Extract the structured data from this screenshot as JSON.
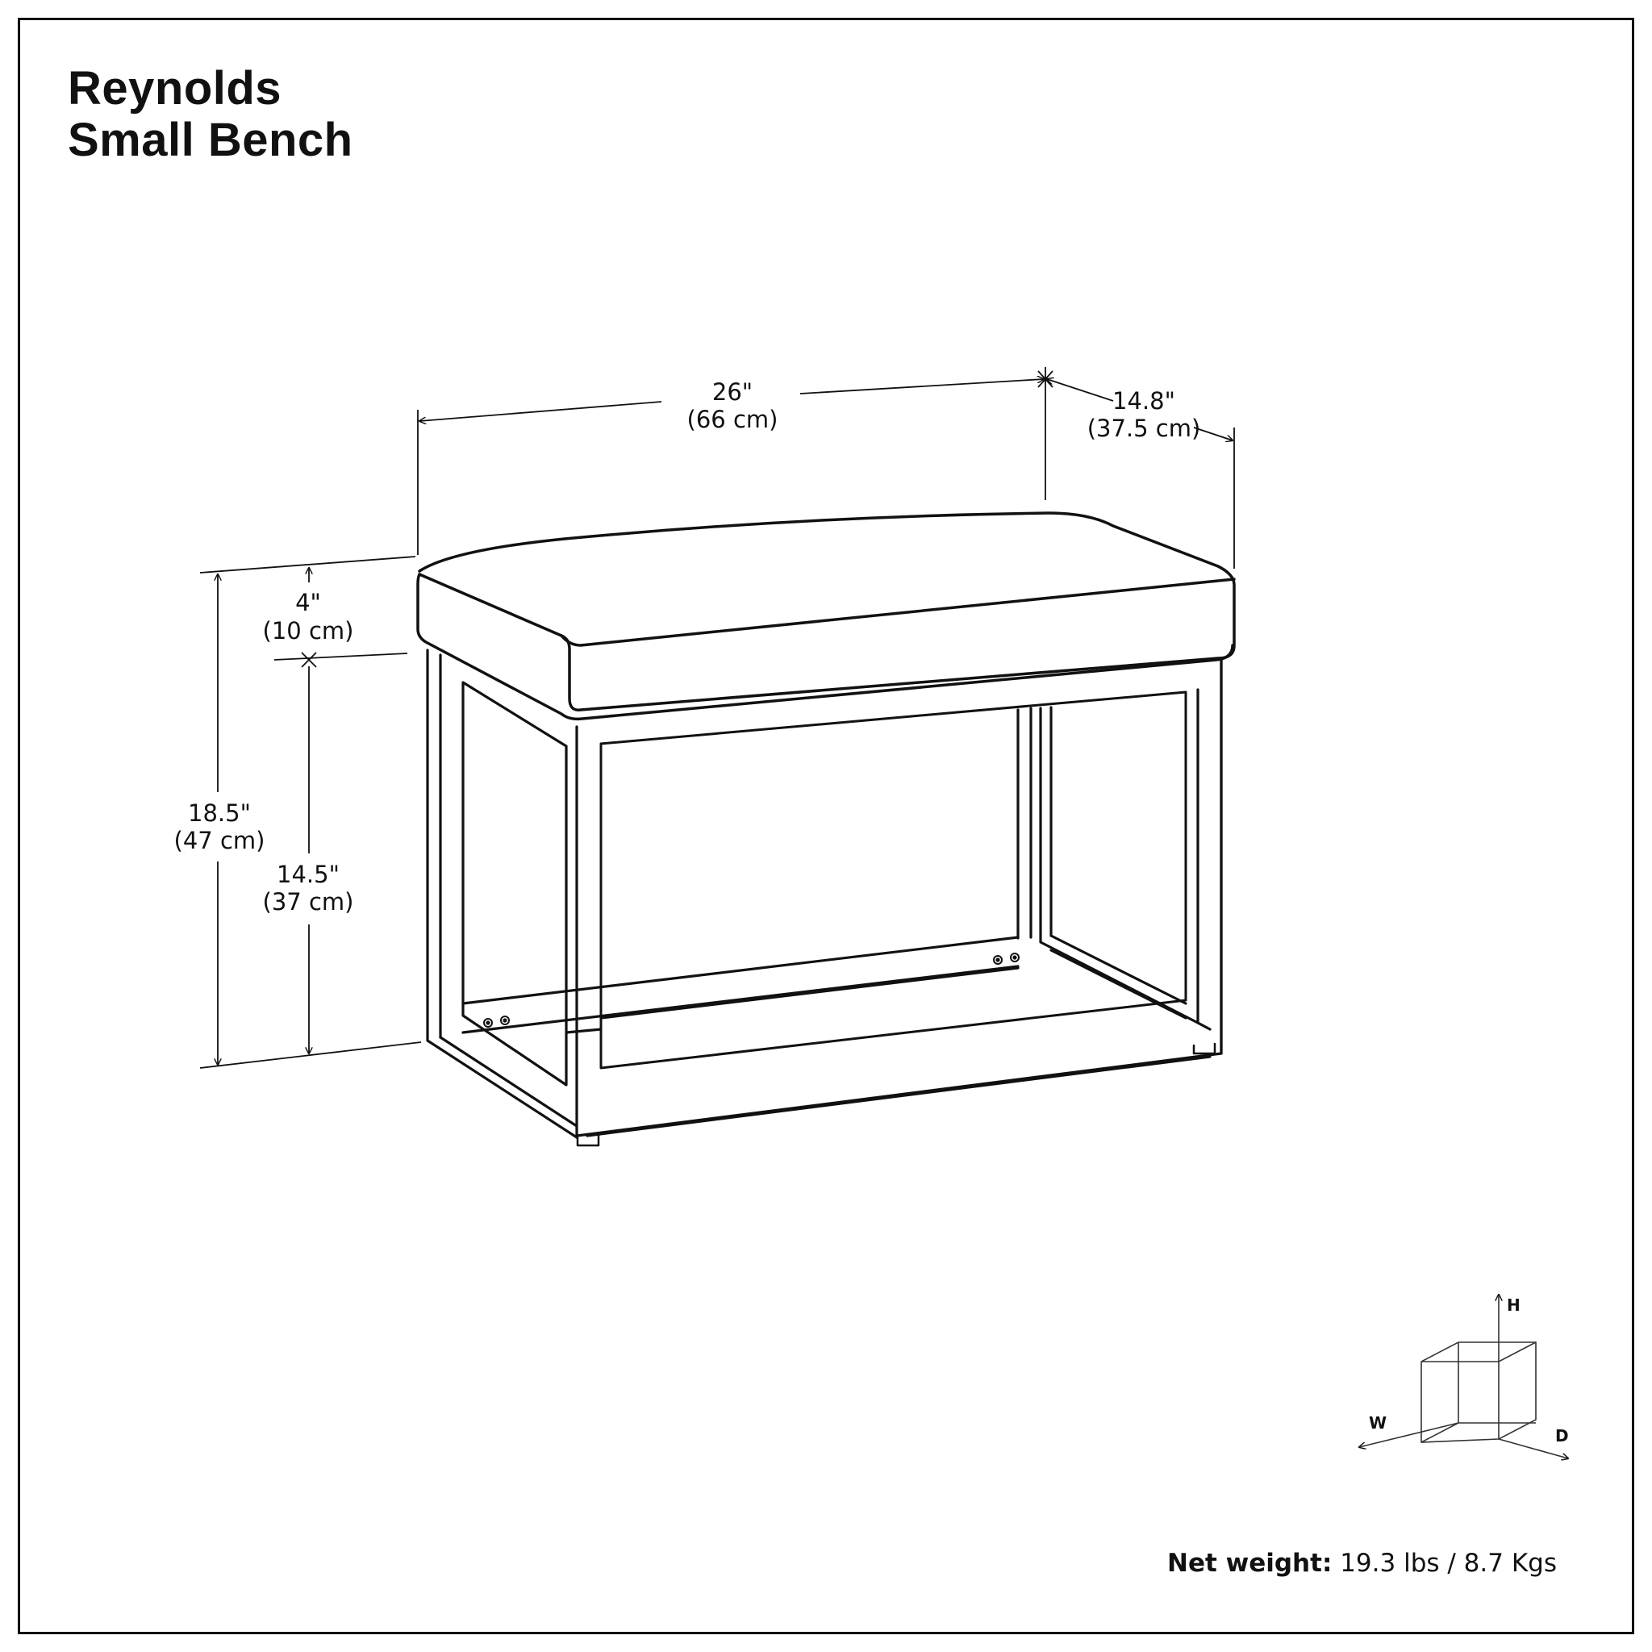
{
  "title": {
    "line1": "Reynolds",
    "line2": "Small Bench"
  },
  "dimensions": {
    "width": {
      "imperial": "26\"",
      "metric": "(66 cm)"
    },
    "depth": {
      "imperial": "14.8\"",
      "metric": "(37.5 cm)"
    },
    "cushion_height": {
      "imperial": "4\"",
      "metric": "(10 cm)"
    },
    "total_height": {
      "imperial": "18.5\"",
      "metric": "(47 cm)"
    },
    "frame_height": {
      "imperial": "14.5\"",
      "metric": "(37 cm)"
    }
  },
  "axes_legend": {
    "height": "H",
    "width": "W",
    "depth": "D"
  },
  "net_weight": {
    "label": "Net weight:",
    "value": " 19.3 lbs / 8.7 Kgs"
  }
}
